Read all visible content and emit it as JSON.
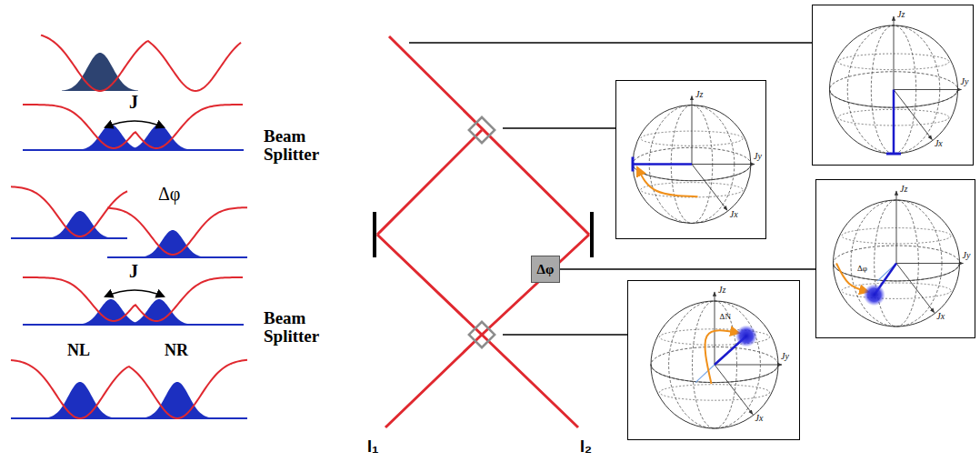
{
  "diagram": {
    "nodes": [
      {
        "text": [
          "Jz",
          "Jy",
          "Jx"
        ]
      },
      {
        "text": [
          "Jz",
          "Jy",
          "Jx"
        ]
      },
      {
        "text": [
          "Jz",
          "Jy",
          "Jx",
          "Δφ"
        ]
      },
      {
        "text": [
          "Δφ"
        ]
      },
      {
        "text": [
          "Jz",
          "Jy",
          "Jx",
          "ΔN"
        ]
      }
    ],
    "edges": [
      {
        "from": 3,
        "to": 2,
        "arrow": "none"
      }
    ],
    "labels": [
      "J",
      "Beam Splitter",
      "Δφ",
      "J",
      "Beam Splitter",
      "NL",
      "NR",
      "I₁",
      "I₂"
    ]
  }
}
